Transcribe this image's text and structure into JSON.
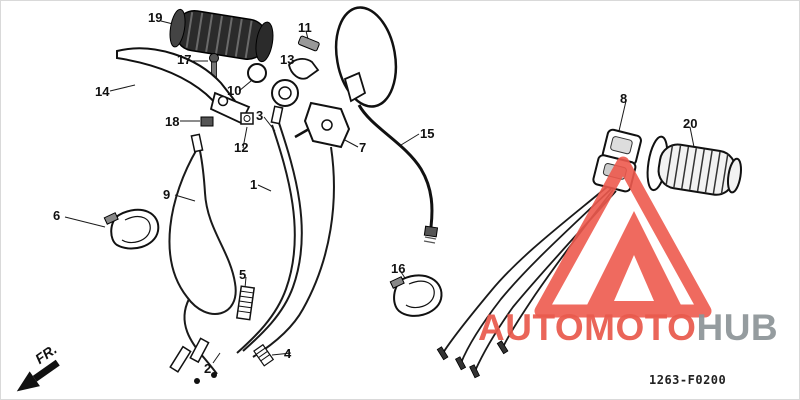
{
  "diagram": {
    "code": "1263-F0200",
    "fr_label": "FR.",
    "callouts": [
      {
        "label": "19"
      },
      {
        "label": "17"
      },
      {
        "label": "14"
      },
      {
        "label": "18"
      },
      {
        "label": "12"
      },
      {
        "label": "9"
      },
      {
        "label": "6"
      },
      {
        "label": "10"
      },
      {
        "label": "13"
      },
      {
        "label": "11"
      },
      {
        "label": "3"
      },
      {
        "label": "1"
      },
      {
        "label": "2"
      },
      {
        "label": "5"
      },
      {
        "label": "4"
      },
      {
        "label": "7"
      },
      {
        "label": "15"
      },
      {
        "label": "16"
      },
      {
        "label": "8"
      },
      {
        "label": "20"
      }
    ]
  },
  "watermark": {
    "brand_primary": "AUTOMOTO",
    "brand_secondary": "HUB",
    "color_primary": "#e95a4d",
    "color_secondary": "#8e9598"
  }
}
